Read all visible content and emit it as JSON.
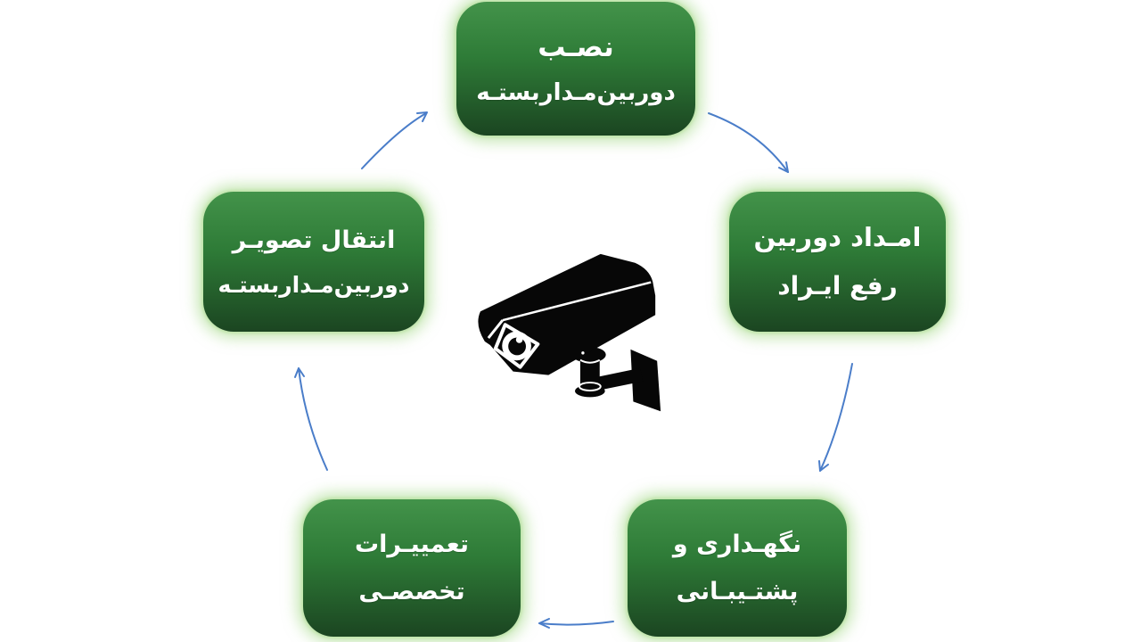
{
  "diagram": {
    "direction": "rtl",
    "flow": "clockwise",
    "center_icon": "cctv-camera-icon",
    "colors": {
      "background": "#ffffff",
      "node_gradient_top": "#43934a",
      "node_gradient_bottom": "#1b4521",
      "node_glow": "#97d376",
      "arrow": "#4a7dc9",
      "text": "#ffffff",
      "icon": "#070707"
    },
    "nodes": [
      {
        "id": "install-cctv",
        "position": "top",
        "lines": [
          "نصـب",
          "دوربین‌مـداربستـه"
        ]
      },
      {
        "id": "camera-assist-troubleshoot",
        "position": "right",
        "lines": [
          "امـداد دوربین",
          "رفع ایـراد"
        ]
      },
      {
        "id": "maintenance-support",
        "position": "bottom-right",
        "lines": [
          "نگهـداری و",
          "پشتـیبـانی"
        ]
      },
      {
        "id": "specialized-repairs",
        "position": "bottom-left",
        "lines": [
          "تعمییـرات",
          "تخصصـی"
        ]
      },
      {
        "id": "video-transfer",
        "position": "left",
        "lines": [
          "انتقال تصویـر",
          "دوربین‌مـداربستـه"
        ]
      }
    ],
    "arrows": [
      {
        "from": "install-cctv",
        "to": "camera-assist-troubleshoot"
      },
      {
        "from": "camera-assist-troubleshoot",
        "to": "maintenance-support"
      },
      {
        "from": "maintenance-support",
        "to": "specialized-repairs"
      },
      {
        "from": "specialized-repairs",
        "to": "video-transfer"
      },
      {
        "from": "video-transfer",
        "to": "install-cctv"
      }
    ]
  }
}
